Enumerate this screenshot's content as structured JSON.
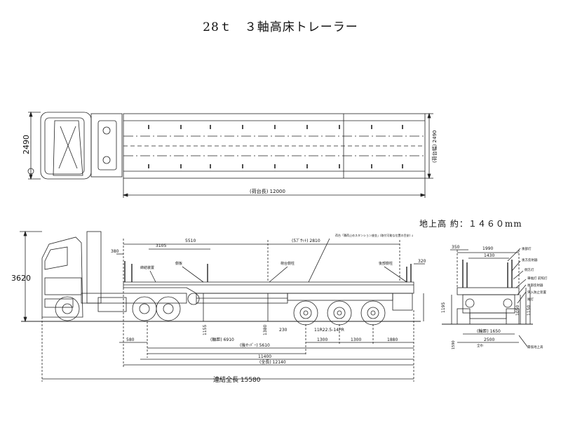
{
  "title": "28ｔ　３軸高床トレーラー",
  "ground_height": "地上高 約：１４６０mm",
  "total_length": "連結全長 15580",
  "top_view": {
    "width": "2490",
    "width_inner": "(荷台幅) 2490",
    "deck_length": "(荷台長) 12000"
  },
  "side_view": {
    "height": "3620",
    "dim_3105": "3105",
    "dim_5510": "5510",
    "fifth_wheel": "(5ﾌﾞｻｯﾄ) 2810",
    "dim_380": "380",
    "dim_320": "320",
    "dim_1155": "1155",
    "dim_1380": "1380",
    "dim_230": "230",
    "tire": "11R22.5-14PR",
    "dim_580": "580",
    "wheelbase": "(軸距) 6910",
    "axle_1300a": "1300",
    "axle_1300b": "1300",
    "dim_1880": "1880",
    "overhang": "(後ｵｰﾊﾞｰ) 5610",
    "dim_11400": "11400",
    "overall": "(全長) 12140",
    "note_top": "荷台「積荷止めスタンション座金」(取付可能な位置の目安) ↓",
    "lbl_king": "締結装置",
    "lbl_rack": "側板",
    "lbl_side": "荷台側柱",
    "lbl_rear": "後部側柱"
  },
  "rear_view": {
    "dim_350": "350",
    "dim_1990": "1990",
    "dim_1430": "1430",
    "dim_1195": "1195",
    "dim_1050": "1050",
    "dim_1150": "1150",
    "dim_1590": "1590",
    "dim_1650": "(輪距) 1650",
    "dim_2500": "2500",
    "lbl_1": "後部灯",
    "lbl_2": "後方反射器",
    "lbl_3": "側方灯",
    "lbl_4": "車幅灯 前照灯",
    "lbl_5": "後部反射器",
    "lbl_6": "突入防止装置",
    "lbl_7": "尾灯",
    "lbl_8": "最低地上高",
    "lbl_9": "全巾"
  }
}
